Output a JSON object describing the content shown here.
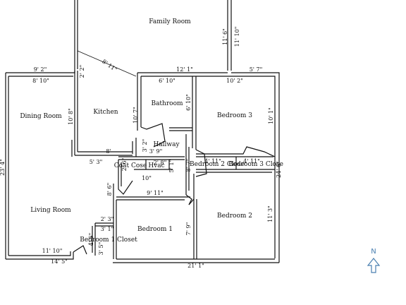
{
  "rooms": {
    "family_room": "Family Room",
    "dining_room": "Dining Room",
    "kitchen": "Kitchen",
    "bathroom": "Bathroom",
    "bedroom_3": "Bedroom 3",
    "hallway": "Hallway",
    "coat_closet": "Coat Cose",
    "hvac": "Hvac",
    "bedroom_2_closet": "Bedroom 2 Close",
    "bedroom_3_closet": "Bedroom 3 Close",
    "living_room": "Living Room",
    "bedroom_2": "Bedroom 2",
    "bedroom_1": "Bedroom 1",
    "bedroom_1_closet": "Bedroom 1 Closet"
  },
  "dimensions": {
    "kitchen_diag": "8' 11\"",
    "family_right_a": "11' 6\"",
    "family_right_b": "11' 10\"",
    "top_left": "9' 2\"",
    "top_kitchen_v": "2' 2\"",
    "top_mid": "12' 1\"",
    "top_right": "5' 7\"",
    "dining_w": "8' 10\"",
    "bath_w": "6' 10\"",
    "bed3_w": "10' 2\"",
    "bath_h": "6' 10\"",
    "dining_h": "10' 8\"",
    "kitchen_h": "10' 7\"",
    "bed3_h": "10' 1\"",
    "kitchen_bottom": "8'",
    "hall_v": "3' 2\"",
    "hall_w": "3' 9\"",
    "left_total_v": "23' 4\"",
    "right_total_v": "24' 6\"",
    "hall_left": "5' 3\"",
    "coat_w": "2' 6\"",
    "hvac_w": "2' 8\"",
    "hvac_small": "5' 1\"",
    "hall_v2": "8' 7\"",
    "bed2_closet_w": "4' 11\"",
    "bed3_closet_w": "4' 11\"",
    "hall_bottom": "10\"",
    "living_v": "8' 6\"",
    "bed1_top": "9' 11\"",
    "living_small": "2' 3\"",
    "closet_a": "3' 1\"",
    "closet_b": "4' 5\"",
    "closet_c": "3' 5\"",
    "bed1_h": "7' 9\"",
    "bed2_h": "11' 3\"",
    "living_w": "11' 10\"",
    "bottom_left": "14' 5\"",
    "bottom_right": "21' 1\""
  },
  "compass": {
    "label": "N",
    "color": "#4a7fb0"
  }
}
